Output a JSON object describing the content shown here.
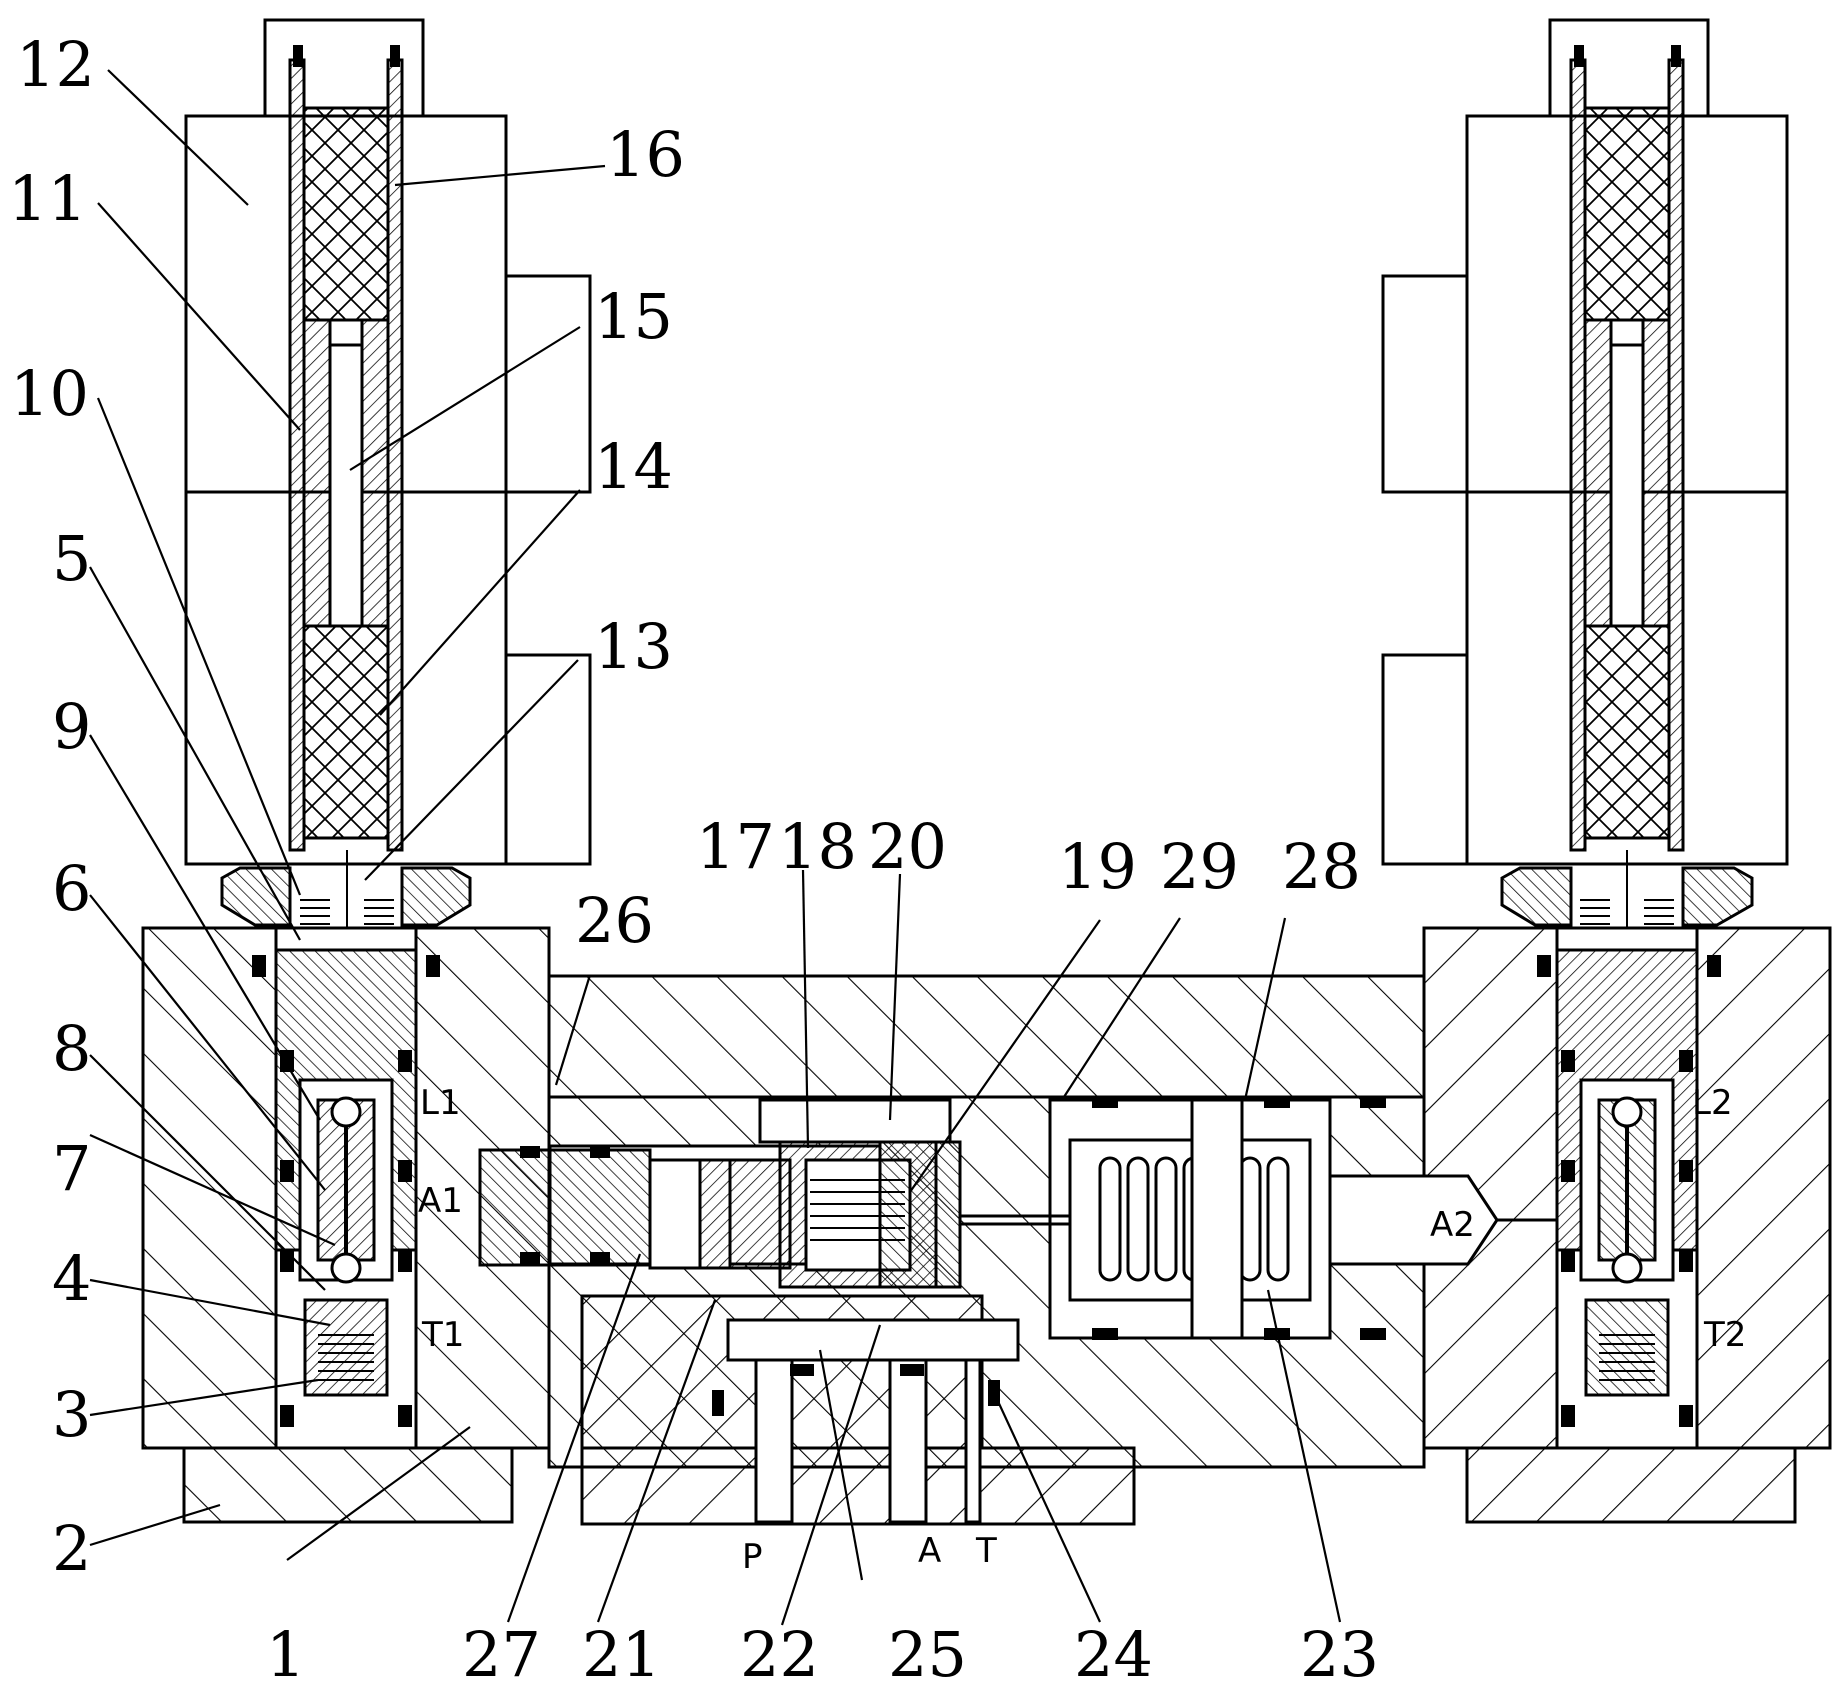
{
  "figure": {
    "ref_numbers": [
      "1",
      "2",
      "3",
      "4",
      "5",
      "6",
      "7",
      "8",
      "9",
      "10",
      "11",
      "12",
      "13",
      "14",
      "15",
      "16",
      "17",
      "18",
      "19",
      "20",
      "21",
      "22",
      "23",
      "24",
      "25",
      "26",
      "27",
      "28",
      "29"
    ],
    "port_labels": [
      "L1",
      "A1",
      "T1",
      "L2",
      "A2",
      "T2",
      "P",
      "A",
      "T"
    ]
  },
  "colors": {
    "line": "#000000",
    "background": "#ffffff",
    "seal": "#000000"
  }
}
